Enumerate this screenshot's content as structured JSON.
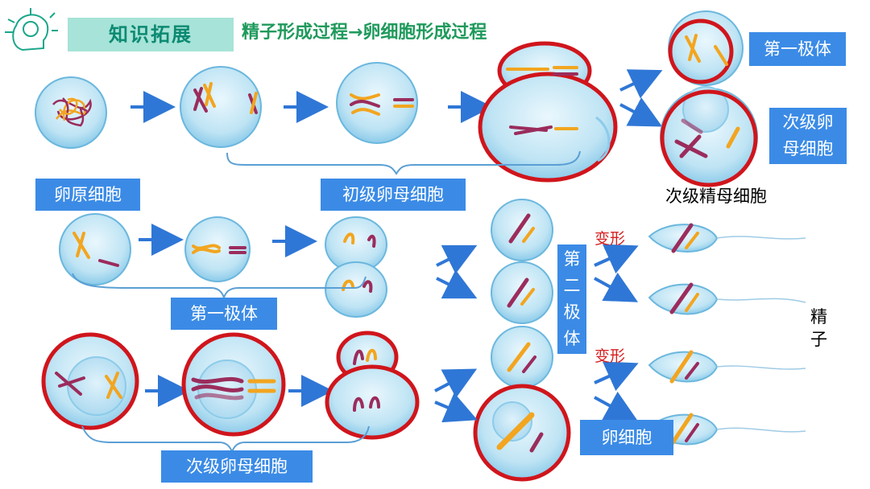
{
  "header": {
    "tag": "知识拓展",
    "subtitle": "精子形成过程→卵细胞形成过程"
  },
  "labels": {
    "first_polar_body_top": "第一极体",
    "secondary_oocyte_top_line1": "次级卵",
    "secondary_oocyte_top_line2": "母细胞",
    "oogonium": "卵原细胞",
    "primary_oocyte": "初级卵母细胞",
    "secondary_spermatocyte": "次级精母细胞",
    "first_polar_body_mid": "第一极体",
    "second_polar_body": [
      "第",
      "二",
      "极",
      "体"
    ],
    "transform_1": "变形",
    "transform_2": "变形",
    "sperm": [
      "精",
      "子"
    ],
    "secondary_oocyte_bottom": "次级卵母细胞",
    "egg_cell": "卵细胞"
  },
  "colors": {
    "cell_fill": "#bfe6f5",
    "cell_stroke": "#6bb7dd",
    "highlight_ring": "#d0151c",
    "chrom_orange": "#f2a51f",
    "chrom_purple": "#9b2c5c",
    "arrow": "#2f77d6",
    "label_bg": "#3b8be6"
  },
  "icons": {
    "brain": "brain-head-icon"
  }
}
